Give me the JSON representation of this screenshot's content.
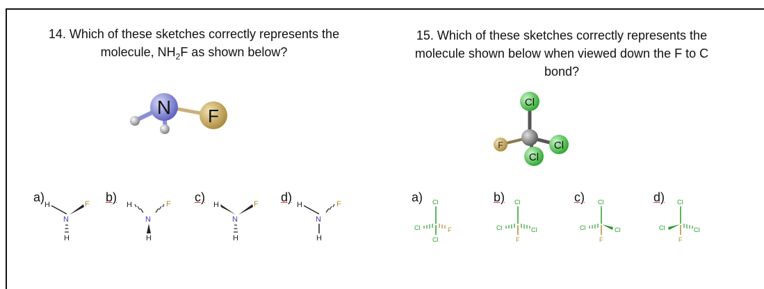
{
  "q14": {
    "line1": "14. Which of these sketches correctly represents the",
    "line2_pre": "molecule, NH",
    "line2_sub": "2",
    "line2_post": "F as shown below?",
    "model": {
      "n_label": "N",
      "f_label": "F"
    },
    "options": [
      {
        "letter": "a)",
        "h_left": "H",
        "f": "F",
        "n": "N",
        "h_bottom": "H"
      },
      {
        "letter": "b)",
        "h_left": "H",
        "f": "F",
        "n": "N",
        "h_bottom": "H"
      },
      {
        "letter": "c)",
        "h_left": "H",
        "f": "F",
        "n": "N",
        "h_bottom": "H"
      },
      {
        "letter": "d)",
        "h_left": "H",
        "f": "F",
        "n": "N",
        "h_bottom": "H"
      }
    ]
  },
  "q15": {
    "line1": "15. Which of these sketches correctly represents the",
    "line2": "molecule shown below when viewed down the F to C",
    "line3": "bond?",
    "model": {
      "cl_top": "Cl",
      "cl_right": "Cl",
      "cl_bottom": "Cl",
      "f_label": "F"
    },
    "options": [
      {
        "letter": "a)",
        "top": "Cl",
        "left": "Cl",
        "right": "F",
        "bottom": "Cl"
      },
      {
        "letter": "b)",
        "top": "Cl",
        "left": "Cl",
        "right": "Cl",
        "bottom": "F"
      },
      {
        "letter": "c)",
        "top": "Cl",
        "left": "Cl",
        "right": "Cl",
        "bottom": "F"
      },
      {
        "letter": "d)",
        "top": "Cl",
        "left": "Cl",
        "right": "Cl",
        "bottom": "F"
      }
    ]
  },
  "colors": {
    "nitrogen": "#6b6fc9",
    "fluorine": "#b89a4a",
    "chlorine": "#3cc43c",
    "carbon": "#666666",
    "hydrogen": "#9a9a9a"
  }
}
